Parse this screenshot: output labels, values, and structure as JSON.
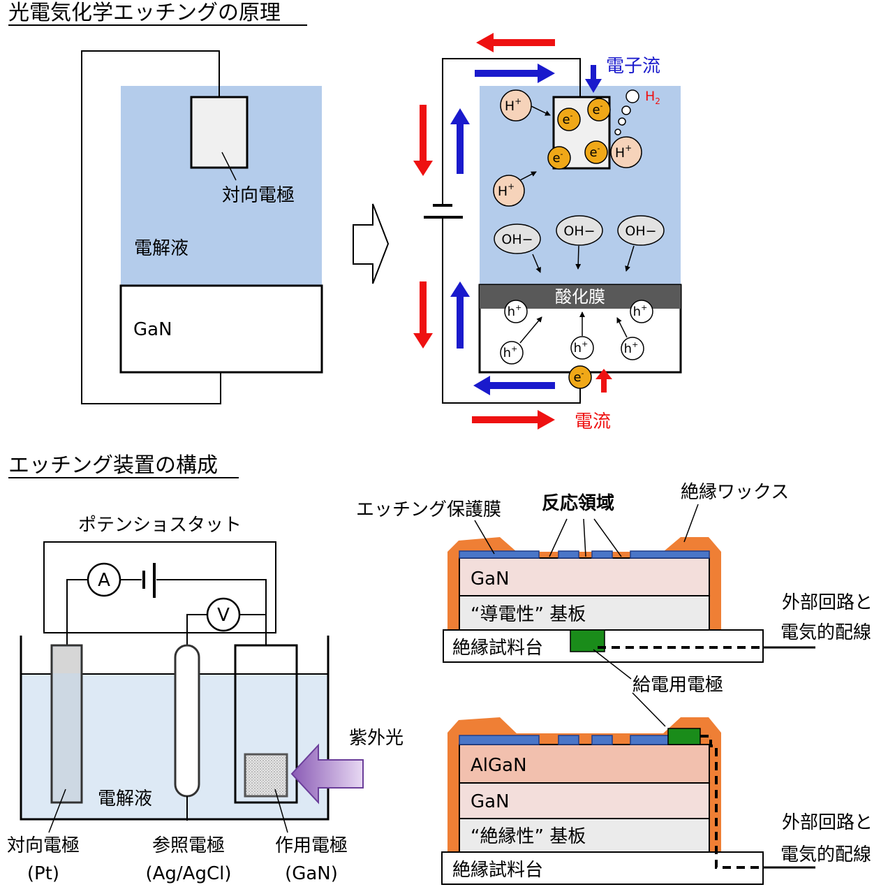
{
  "heading_top": "光電気化学エッチングの原理",
  "heading_bottom": "エッチング装置の構成",
  "principle_left": {
    "counter_electrode": "対向電極",
    "electrolyte": "電解液",
    "gan": "GaN"
  },
  "principle_right": {
    "electron_flow": "電子流",
    "current": "電流",
    "h2": "H",
    "h2_sub": "2",
    "h_plus": "H",
    "plus": "+",
    "electron": "e",
    "minus": "-",
    "oh_minus": "OH−",
    "oxide_film": "酸化膜",
    "hole": "h"
  },
  "apparatus": {
    "potentiostat": "ポテンショスタット",
    "ammeter": "A",
    "voltmeter": "V",
    "electrolyte": "電解液",
    "uv_light": "紫外光",
    "counter_electrode": "対向電極",
    "counter_electrode_material": "(Pt)",
    "reference_electrode": "参照電極",
    "reference_electrode_material": "(Ag/AgCl)",
    "working_electrode": "作用電極",
    "working_electrode_material": "(GaN)"
  },
  "structure_top": {
    "etch_mask": "エッチング保護膜",
    "reaction_area": "反応領域",
    "insulating_wax": "絶縁ワックス",
    "gan": "GaN",
    "substrate": "“導電性” 基板",
    "stage": "絶縁試料台",
    "external_line1": "外部回路と",
    "external_line2": "電気的配線",
    "feed_electrode": "給電用電極"
  },
  "structure_bottom": {
    "algan": "AlGaN",
    "gan": "GaN",
    "substrate": "“絶縁性” 基板",
    "stage": "絶縁試料台",
    "external_line1": "外部回路と",
    "external_line2": "電気的配線"
  }
}
